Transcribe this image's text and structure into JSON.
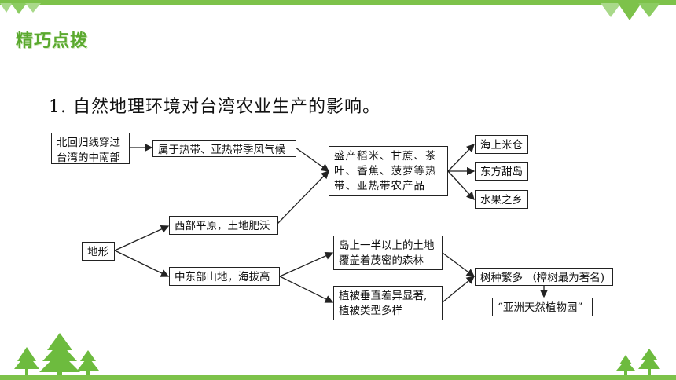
{
  "header": {
    "section_title": "精巧点拨",
    "heading": "1.  自然地理环境对台湾农业生产的影响。"
  },
  "diagram": {
    "nodes": {
      "latitude": "北回归线穿过\n台湾的中南部",
      "climate": "属于热带、亚热带季风气候",
      "crops": "盛产稻米、甘蔗、茶\n叶、香蕉、菠萝等热\n带、亚热带农产品",
      "granary": "海上米仓",
      "sugar": "东方甜岛",
      "fruit": "水果之乡",
      "terrain": "地形",
      "west_plain": "西部平原，土地肥沃",
      "east_mountain": "中东部山地，海拔高",
      "forest": "岛上一半以上的土地\n覆盖着茂密的森林",
      "vertical": "植被垂直差异显著,\n植被类型多样",
      "tree_species": "树种繁多 （樟树最为著名)",
      "botanical_garden": "“亚洲天然植物园”"
    }
  },
  "colors": {
    "accent_green": "#7dc24a",
    "title_green": "#5aa92e"
  }
}
